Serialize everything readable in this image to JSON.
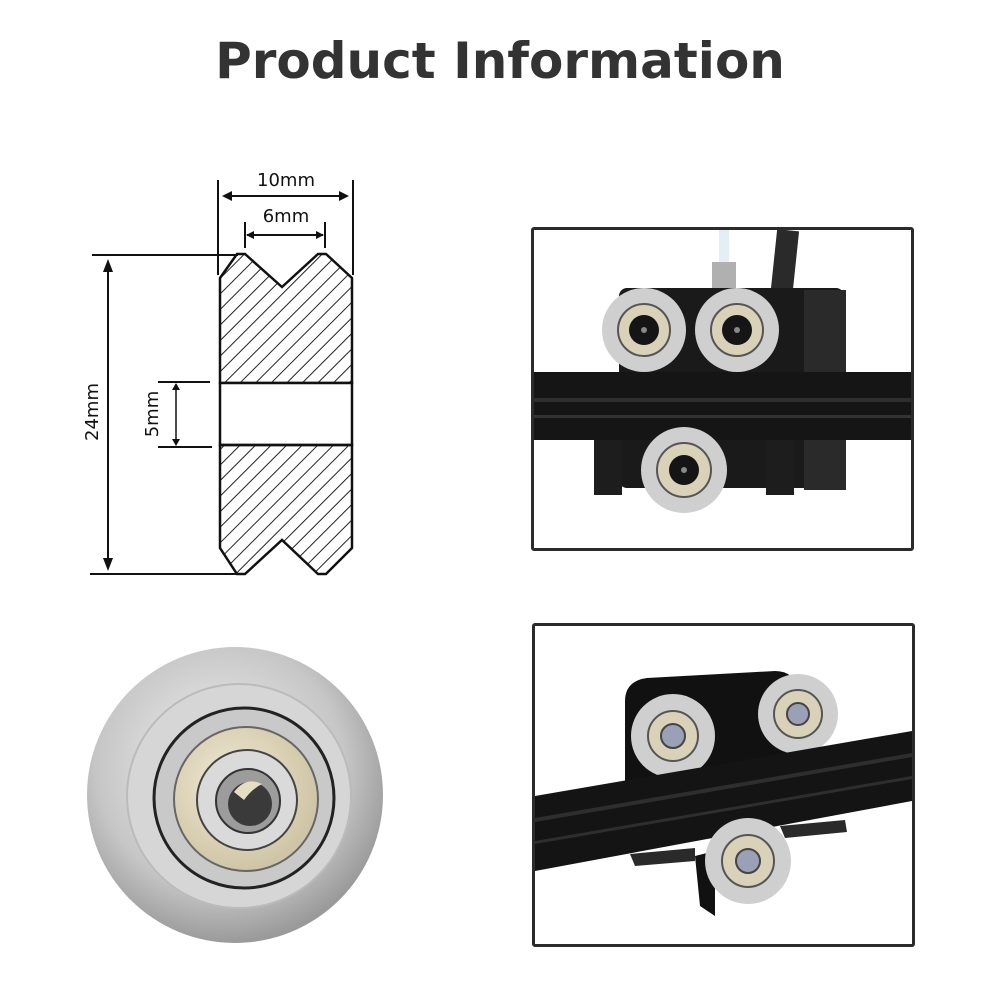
{
  "header": {
    "title": "Product Information"
  },
  "diagram": {
    "labels": {
      "outer_width": "10mm",
      "groove_width": "6mm",
      "diameter": "24mm",
      "bore": "5mm"
    }
  },
  "photos": [
    {
      "name": "hotend-carriage-photo",
      "description": "Black hotend carriage with three V-slot wheels on aluminum extrusion"
    },
    {
      "name": "gantry-plate-photo",
      "description": "Black gantry plate with three V-slot wheels on aluminum extrusion"
    },
    {
      "name": "wheel-closeup-photo",
      "description": "Close-up of silver V-slot wheel with bearing"
    }
  ],
  "colors": {
    "title": "#333333",
    "frame": "#2b2b2b",
    "extrusion": "#1c1c1c",
    "wheel": "#c9c9c9"
  }
}
